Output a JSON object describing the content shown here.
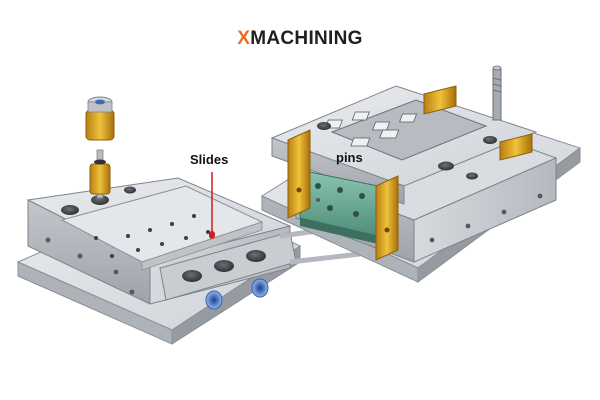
{
  "brand": {
    "logo_mark": "X",
    "logo_text": "MACHINING",
    "mark_color": "#ef6b1e"
  },
  "callouts": {
    "slides": "Slides",
    "pins": "pins"
  },
  "accent": {
    "yellow": "#e8b626",
    "teal": "#6fae9a",
    "callout_line": "#d11a1a"
  }
}
